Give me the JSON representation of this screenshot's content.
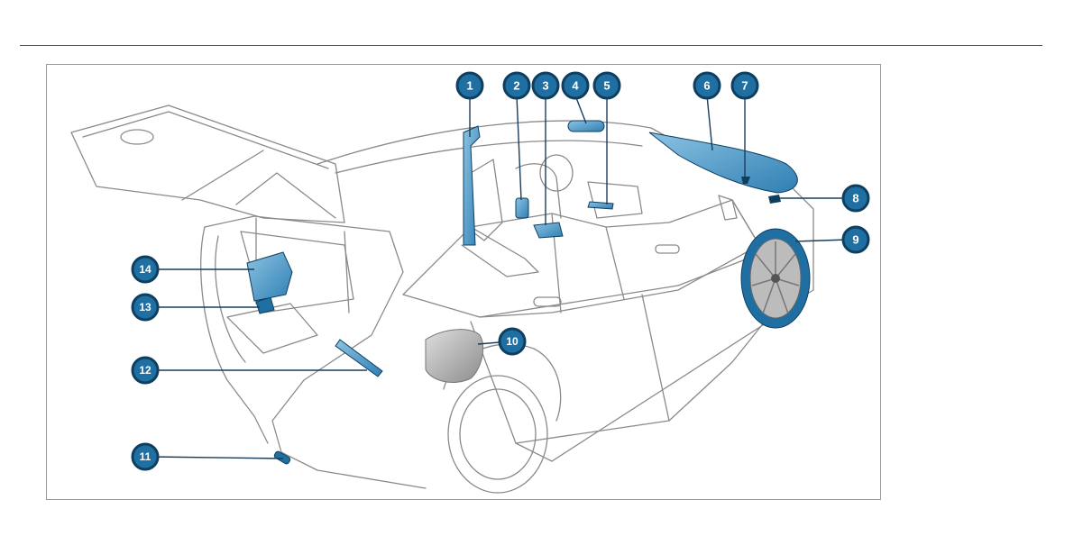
{
  "colors": {
    "accent": "#1a6fa5",
    "callout_fill": "#1f6fa3",
    "callout_ring": "#0e3f60",
    "highlight_light": "#5fa9d4",
    "outline": "#7d7d7d"
  },
  "callouts": [
    {
      "label": "1"
    },
    {
      "label": "2"
    },
    {
      "label": "3"
    },
    {
      "label": "4"
    },
    {
      "label": "5"
    },
    {
      "label": "6"
    },
    {
      "label": "7"
    },
    {
      "label": "8"
    },
    {
      "label": "9"
    },
    {
      "label": "10"
    },
    {
      "label": "11"
    },
    {
      "label": "12"
    },
    {
      "label": "13"
    },
    {
      "label": "14"
    }
  ]
}
